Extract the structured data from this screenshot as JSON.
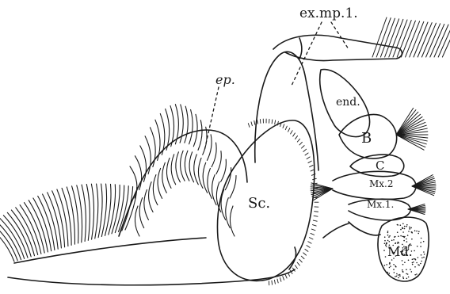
{
  "figure": {
    "labels": {
      "exmp": "ex.mp.1.",
      "ep": "ep.",
      "end": "end.",
      "b": "B",
      "c": "C",
      "mx2": "Mx.2",
      "mx1": "Mx.1.",
      "sc": "Sc.",
      "md": "Md."
    },
    "colors": {
      "ink": "#1a1a1a",
      "paper": "#ffffff"
    }
  }
}
